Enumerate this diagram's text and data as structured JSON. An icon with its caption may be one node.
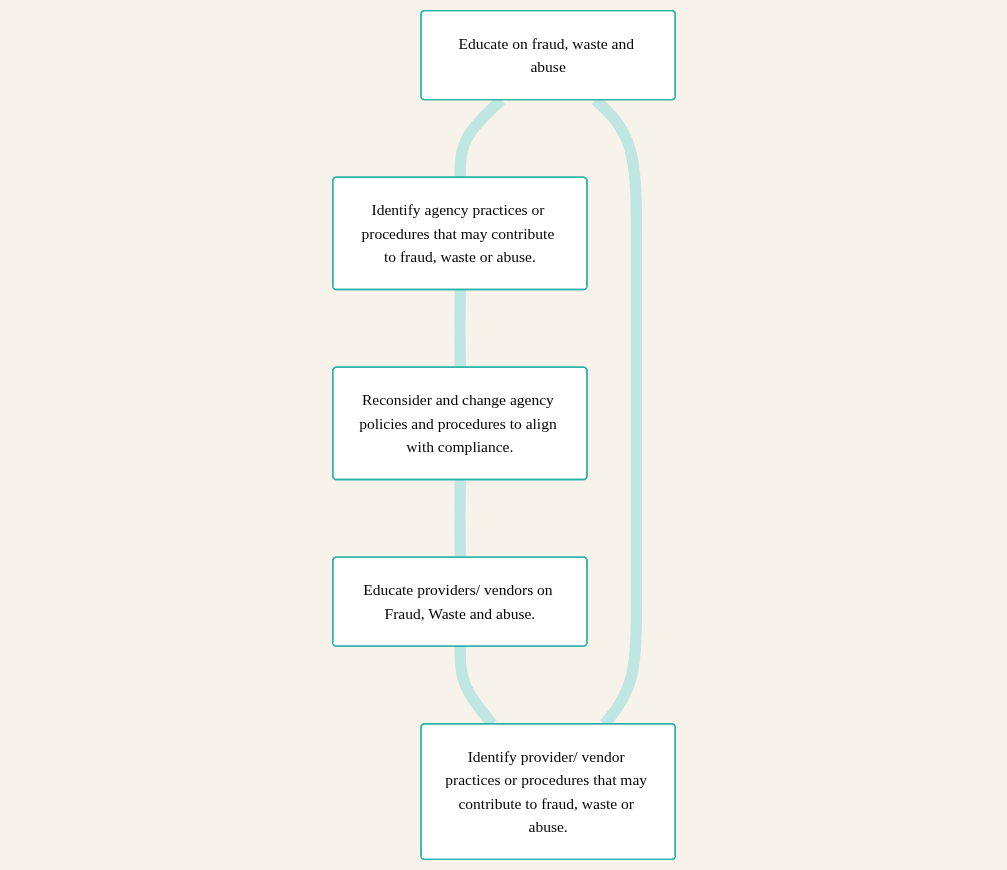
{
  "diagram": {
    "nodes": [
      {
        "text": [
          "Educate on fraud, waste and abuse"
        ]
      },
      {
        "text": [
          "Identify agency practices or procedures that may contribute to fraud, waste or abuse."
        ]
      },
      {
        "text": [
          "Identify provider/ vendor practices or procedures that may contribute to fraud, waste or abuse."
        ]
      },
      {
        "text": [
          "Educate providers/ vendors on Fraud, Waste and abuse."
        ]
      },
      {
        "text": [
          "Reconsider and change agency policies and procedures to align with compliance."
        ]
      }
    ],
    "edges": [
      {
        "from": 0,
        "to": 1,
        "arrow": "none"
      },
      {
        "from": 1,
        "to": 4,
        "arrow": "none"
      },
      {
        "from": 4,
        "to": 3,
        "arrow": "none"
      },
      {
        "from": 3,
        "to": 2,
        "arrow": "none"
      },
      {
        "from": 2,
        "to": 0,
        "arrow": "none"
      }
    ]
  }
}
